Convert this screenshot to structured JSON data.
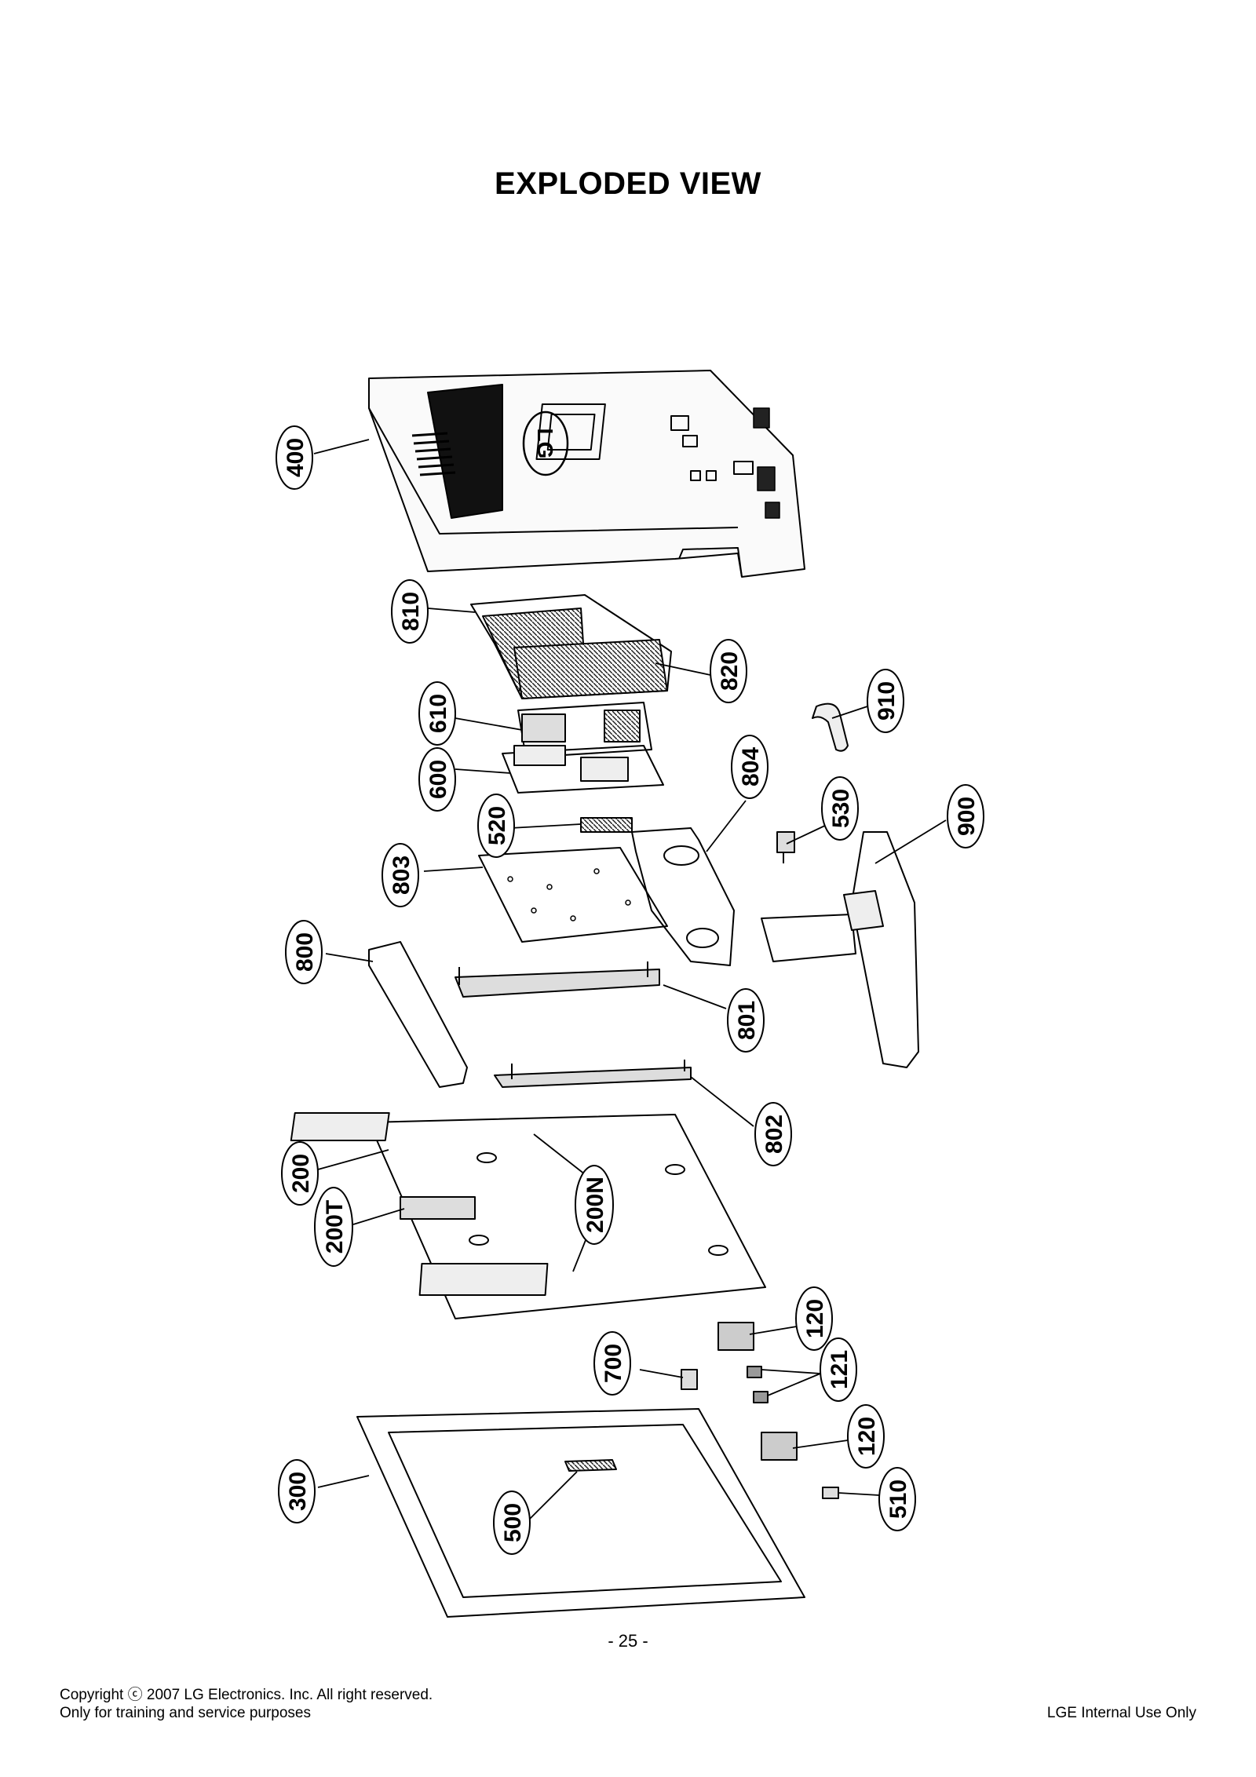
{
  "page": {
    "title": "EXPLODED VIEW",
    "page_number": "- 25 -",
    "footer": {
      "copyright": "Copyright ⓒ 2007 LG Electronics. Inc. All right reserved.",
      "purpose": "Only for training and service purposes",
      "internal": "LGE Internal Use Only"
    }
  },
  "diagram": {
    "logo_text": "LG",
    "callouts": [
      {
        "id": "c400",
        "label": "400"
      },
      {
        "id": "c810",
        "label": "810"
      },
      {
        "id": "c820",
        "label": "820"
      },
      {
        "id": "c910",
        "label": "910"
      },
      {
        "id": "c610",
        "label": "610"
      },
      {
        "id": "c600",
        "label": "600"
      },
      {
        "id": "c804",
        "label": "804"
      },
      {
        "id": "c520",
        "label": "520"
      },
      {
        "id": "c530",
        "label": "530"
      },
      {
        "id": "c900",
        "label": "900"
      },
      {
        "id": "c803",
        "label": "803"
      },
      {
        "id": "c800",
        "label": "800"
      },
      {
        "id": "c801",
        "label": "801"
      },
      {
        "id": "c802",
        "label": "802"
      },
      {
        "id": "c200",
        "label": "200"
      },
      {
        "id": "c200N",
        "label": "200N"
      },
      {
        "id": "c200T",
        "label": "200T"
      },
      {
        "id": "c120a",
        "label": "120"
      },
      {
        "id": "c700",
        "label": "700"
      },
      {
        "id": "c121",
        "label": "121"
      },
      {
        "id": "c120b",
        "label": "120"
      },
      {
        "id": "c300",
        "label": "300"
      },
      {
        "id": "c510",
        "label": "510"
      },
      {
        "id": "c500",
        "label": "500"
      }
    ]
  }
}
